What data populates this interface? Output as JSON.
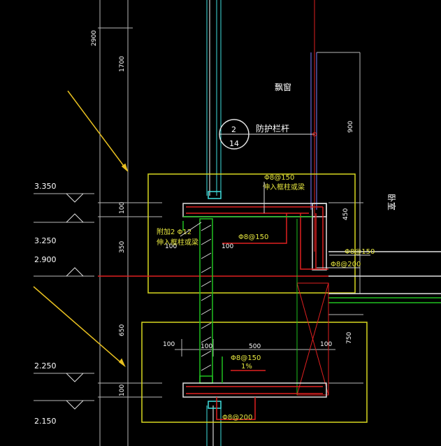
{
  "colors": {
    "background": "#000000",
    "yellow": "#d8d820",
    "red": "#e02020",
    "cyan": "#40e0e0",
    "green": "#20c020",
    "white": "#ffffff",
    "grey": "#b0b0b0"
  },
  "labels": {
    "bay_window": "飘窗",
    "railing": "防护栏杆",
    "bedroom": "卧室",
    "callout_top": "2",
    "callout_bottom": "14"
  },
  "elevations": {
    "e1": "3.350",
    "e2": "3.250",
    "e3": "2.900",
    "e4": "2.250",
    "e5": "2.150"
  },
  "dimensions": {
    "d2900": "2900",
    "d1700": "1700",
    "d900": "900",
    "d100a": "100",
    "d350": "350",
    "d650": "650",
    "d100b": "100",
    "d450": "450",
    "d750": "750",
    "w100a": "100",
    "w100b": "100",
    "w100c": "100",
    "w100d": "100",
    "w500": "500",
    "w100e": "100"
  },
  "rebar": {
    "r1": "Φ8@150",
    "r1_note": "伸入框柱或梁",
    "r2": "附加2 Φ12",
    "r2_note": "伸入框柱或梁",
    "r3": "Φ8@150",
    "r4": "Φ8@150",
    "r5": "Φ8@200",
    "r6": "Φ8@150",
    "slope": "1%",
    "r7": "Φ8@200"
  }
}
